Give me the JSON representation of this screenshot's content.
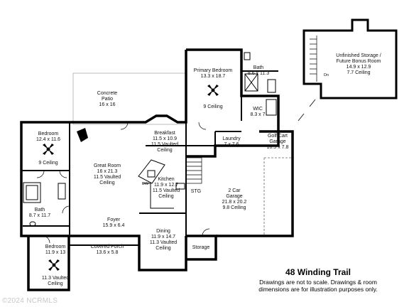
{
  "plan": {
    "title": "48 Winding Trail",
    "disclaimer_line1": "Drawings are not to scale. Drawings & room",
    "disclaimer_line2": "dimensions are for illustration purposes only.",
    "copyright": "©2024 NCRMLS",
    "rooms": {
      "storage_bonus": {
        "name1": "Unfinished Storage /",
        "name2": "Future Bonus Room",
        "dims": "14.9 x 12.9",
        "ceiling": "7.7 Ceiling",
        "stair_label": "Dn"
      },
      "primary_bedroom": {
        "name": "Primary Bedroom",
        "dims": "13.3 x 18.7",
        "ceiling": "9 Ceiling"
      },
      "primary_bath": {
        "name": "Bath",
        "dims": "8.6 x 11.3"
      },
      "wic": {
        "name": "WIC",
        "dims": "8.3 x 7"
      },
      "patio": {
        "name1": "Concrete",
        "name2": "Patio",
        "dims": "16 x 16"
      },
      "bedroom_1": {
        "name": "Bedroom",
        "dims": "12.4 x 11.6",
        "ceiling": "9 Ceiling"
      },
      "breakfast": {
        "name": "Breakfast",
        "dims": "11.5 x 10.9",
        "ceiling1": "11.5 Vaulted",
        "ceiling2": "Ceiling"
      },
      "laundry": {
        "name": "Laundry",
        "dims": "7 x 7.6"
      },
      "golf_cart_garage": {
        "name1": "Golf Cart",
        "name2": "Garage",
        "dims": "10.5 x 7.8"
      },
      "great_room": {
        "name": "Great Room",
        "dims": "16 x 21.3",
        "ceiling1": "11.5 Vaulted",
        "ceiling2": "Ceiling"
      },
      "kitchen": {
        "name": "Kitchen",
        "dims": "11.9 x 12.7",
        "ceiling1": "11.5 Vaulted",
        "ceiling2": "Ceiling",
        "dw": "DW"
      },
      "stg": {
        "name": "STG"
      },
      "garage": {
        "name1": "2 Car",
        "name2": "Garage",
        "dims": "21.8 x 20.2",
        "ceiling": "9.8 Ceiling"
      },
      "bath_2": {
        "name": "Bath",
        "dims": "8.7 x 11.7"
      },
      "foyer": {
        "name": "Foyer",
        "dims": "15.9 x 6.4"
      },
      "bedroom_2": {
        "name": "Bedroom",
        "dims": "11.9 x 13",
        "ceiling1": "11.3 Vaulted",
        "ceiling2": "Ceiling"
      },
      "covered_porch": {
        "name": "Covered Porch",
        "dims": "13.6 x 5.8"
      },
      "dining": {
        "name": "Dining",
        "dims": "11.9 x 14.7",
        "ceiling1": "11.3 Vaulted",
        "ceiling2": "Ceiling"
      },
      "storage": {
        "name": "Storage"
      }
    }
  }
}
